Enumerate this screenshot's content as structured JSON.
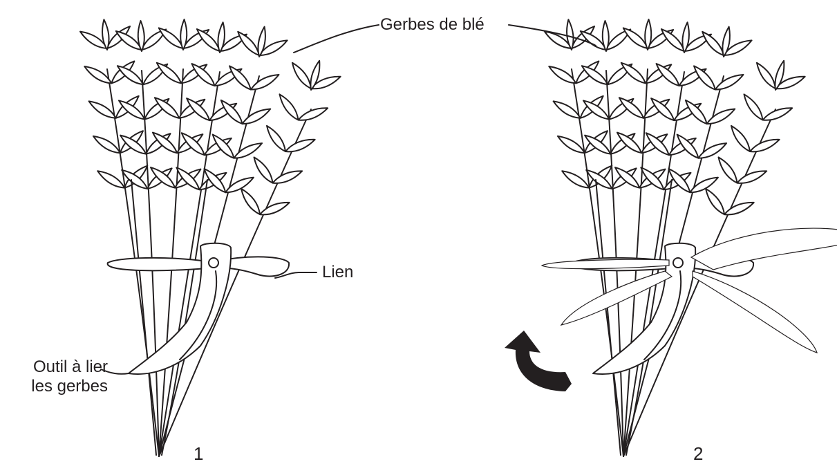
{
  "labels": {
    "wheat_sheaves": "Gerbes de blé",
    "tie": "Lien",
    "tool_line1": "Outil à lier",
    "tool_line2": "les gerbes"
  },
  "steps": [
    "1",
    "2"
  ],
  "colors": {
    "ink": "#231f20",
    "background": "#ffffff"
  },
  "icons": {
    "rotation_arrow": "curved-arrow-icon"
  }
}
